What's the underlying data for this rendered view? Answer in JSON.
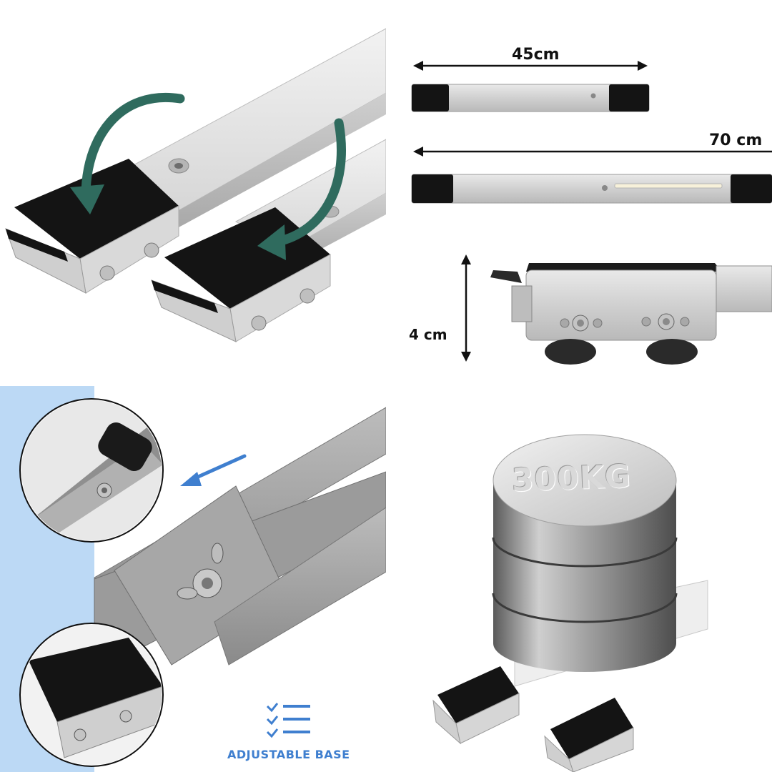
{
  "dimensions": {
    "width_short": "45cm",
    "width_long": "70 cm",
    "height": "4 cm"
  },
  "feature": {
    "label": "ADJUSTABLE BASE",
    "icon": "checklist-icon"
  },
  "load": {
    "weight_label": "300KG"
  },
  "colors": {
    "arrow_green": "#2f6b5e",
    "accent_blue": "#3f7fcf",
    "panel_blue": "#bcd9f5",
    "rail_grey": "#dcdcdc",
    "pad_black": "#141414"
  }
}
